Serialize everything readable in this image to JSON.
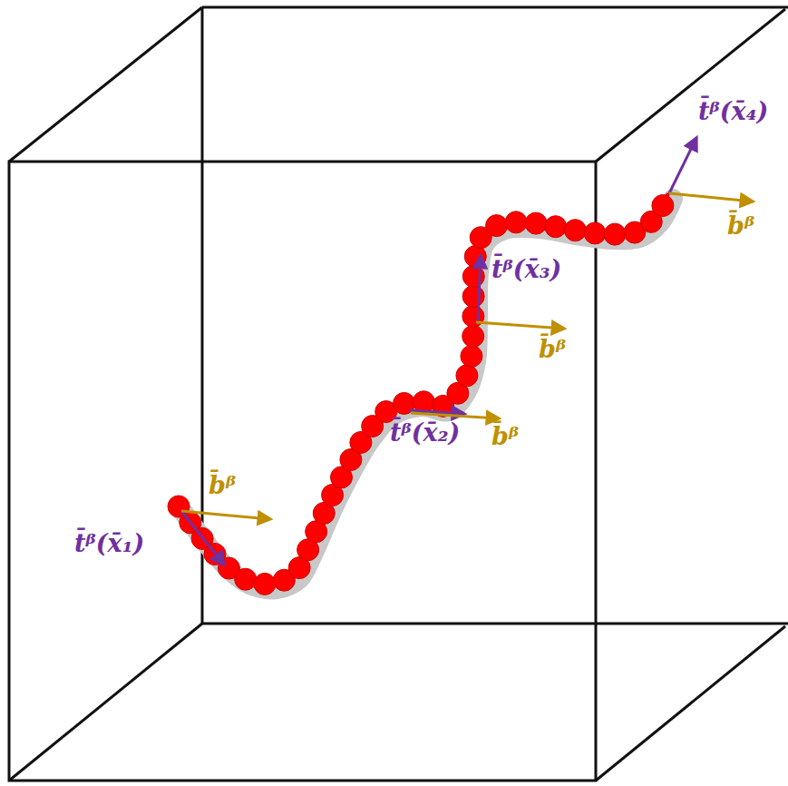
{
  "diagram": {
    "labels": [
      "t̄ᵝ(x̄₁)",
      "b̄ᵝ",
      "t̄ᵝ(x̄₂)",
      "b̄ᵝ",
      "t̄ᵝ(x̄₃)",
      "b̄ᵝ",
      "t̄ᵝ(x̄₄)",
      "b̄ᵝ"
    ]
  }
}
